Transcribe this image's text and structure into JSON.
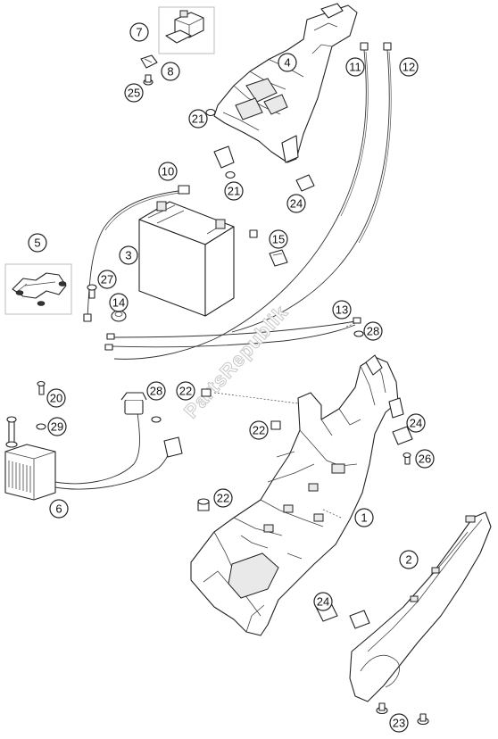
{
  "watermark": "PartsRepublik",
  "callouts": [
    {
      "id": "c1",
      "label": "1"
    },
    {
      "id": "c2",
      "label": "2"
    },
    {
      "id": "c3",
      "label": "3"
    },
    {
      "id": "c4",
      "label": "4"
    },
    {
      "id": "c5",
      "label": "5"
    },
    {
      "id": "c6",
      "label": "6"
    },
    {
      "id": "c7",
      "label": "7"
    },
    {
      "id": "c8",
      "label": "8"
    },
    {
      "id": "c10",
      "label": "10"
    },
    {
      "id": "c11",
      "label": "11"
    },
    {
      "id": "c12",
      "label": "12"
    },
    {
      "id": "c13",
      "label": "13"
    },
    {
      "id": "c14",
      "label": "14"
    },
    {
      "id": "c15",
      "label": "15"
    },
    {
      "id": "c20",
      "label": "20"
    },
    {
      "id": "c21a",
      "label": "21"
    },
    {
      "id": "c21b",
      "label": "21"
    },
    {
      "id": "c22a",
      "label": "22"
    },
    {
      "id": "c22b",
      "label": "22"
    },
    {
      "id": "c22c",
      "label": "22"
    },
    {
      "id": "c23",
      "label": "23"
    },
    {
      "id": "c24a",
      "label": "24"
    },
    {
      "id": "c24b",
      "label": "24"
    },
    {
      "id": "c24c",
      "label": "24"
    },
    {
      "id": "c25",
      "label": "25"
    },
    {
      "id": "c26",
      "label": "26"
    },
    {
      "id": "c27",
      "label": "27"
    },
    {
      "id": "c28a",
      "label": "28"
    },
    {
      "id": "c28b",
      "label": "28"
    },
    {
      "id": "c29",
      "label": "29"
    }
  ]
}
